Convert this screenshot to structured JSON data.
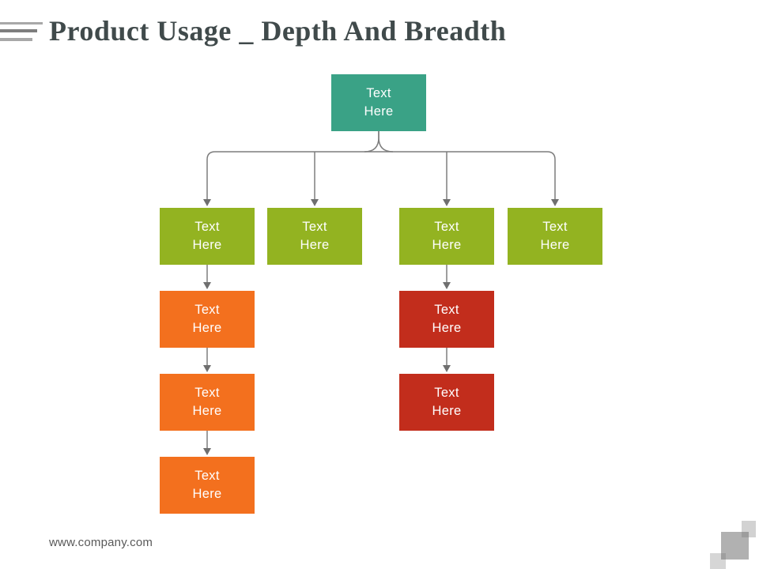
{
  "slide": {
    "title": "Product Usage _ Depth And Breadth",
    "footer_url": "www.company.com"
  },
  "colors": {
    "root_box": "#3aa286",
    "level2_box": "#93b321",
    "left_chain_box": "#f3701e",
    "right_chain_box": "#c22d1c",
    "connector_line": "#7d7d7d",
    "title_text": "#404a4b"
  },
  "diagram": {
    "root": {
      "label": "Text\nHere"
    },
    "level2": [
      {
        "label": "Text\nHere"
      },
      {
        "label": "Text\nHere"
      },
      {
        "label": "Text\nHere"
      },
      {
        "label": "Text\nHere"
      }
    ],
    "left_chain": [
      {
        "label": "Text\nHere"
      },
      {
        "label": "Text\nHere"
      },
      {
        "label": "Text\nHere"
      }
    ],
    "right_chain": [
      {
        "label": "Text\nHere"
      },
      {
        "label": "Text\nHere"
      }
    ]
  }
}
